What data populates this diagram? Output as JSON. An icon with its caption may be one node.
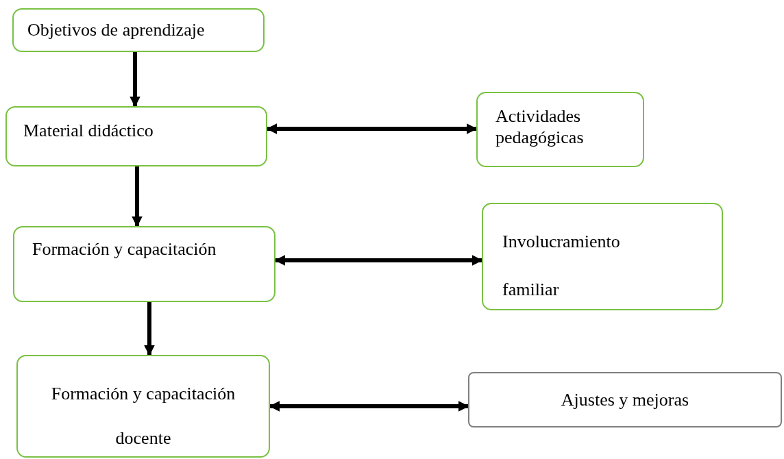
{
  "diagram": {
    "nodes": [
      {
        "text": [
          "Objetivos de aprendizaje"
        ]
      },
      {
        "text": [
          "Material didáctico"
        ]
      },
      {
        "text": [
          "Actividades pedagógicas"
        ]
      },
      {
        "text": [
          "Formación y capacitación"
        ]
      },
      {
        "text": [
          "Involucramiento familiar"
        ]
      },
      {
        "text": [
          "Formación y capacitación docente"
        ]
      },
      {
        "text": [
          "Ajustes y mejoras"
        ]
      }
    ],
    "edges": [
      {
        "from": 0,
        "to": 1,
        "arrow": "to"
      },
      {
        "from": 1,
        "to": 2,
        "arrow": "both"
      },
      {
        "from": 1,
        "to": 3,
        "arrow": "to"
      },
      {
        "from": 3,
        "to": 4,
        "arrow": "both"
      },
      {
        "from": 3,
        "to": 5,
        "arrow": "to"
      },
      {
        "from": 5,
        "to": 6,
        "arrow": "both"
      }
    ]
  }
}
